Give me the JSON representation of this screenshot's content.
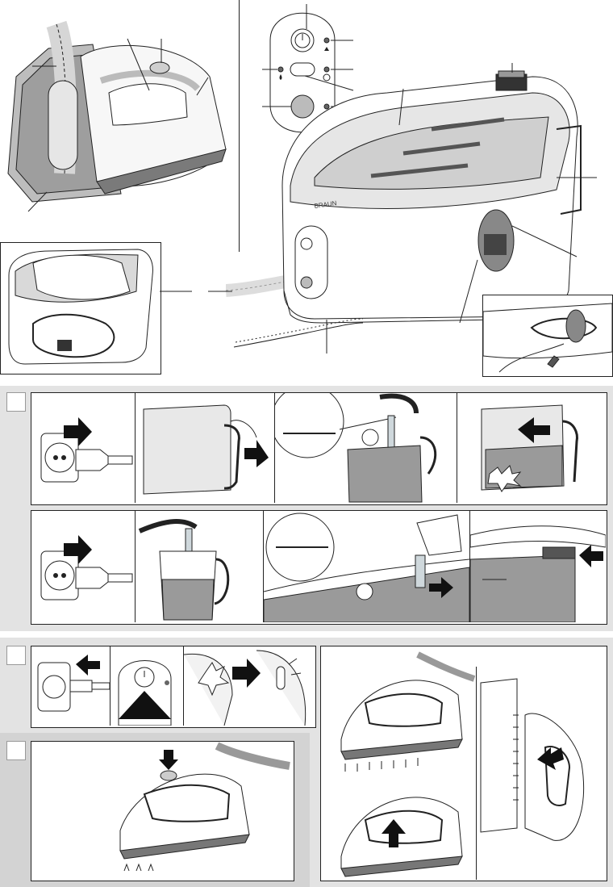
{
  "brand": {
    "wordmark": "BRAUN"
  },
  "figure_sections": [
    {
      "id": "overview",
      "panels": 3
    },
    {
      "id": "fill-detachable-tank",
      "panels": 4
    },
    {
      "id": "fill-fixed-tank",
      "panels": 4
    },
    {
      "id": "switch-off",
      "panels": 3
    },
    {
      "id": "vertical-steam",
      "panels": 2
    },
    {
      "id": "steam-button",
      "panels": 1
    }
  ],
  "icons": {
    "power": "power-icon",
    "steam": "steam-level-icon",
    "water_drop": "water-drop-icon",
    "calc": "anti-calc-icon",
    "arrow": "black-arrow-icon",
    "plug": "mains-plug-icon"
  },
  "colors": {
    "line": "#222222",
    "band": "#e3e3e3",
    "tank_water": "#9a9a9a",
    "arrow": "#111111"
  }
}
